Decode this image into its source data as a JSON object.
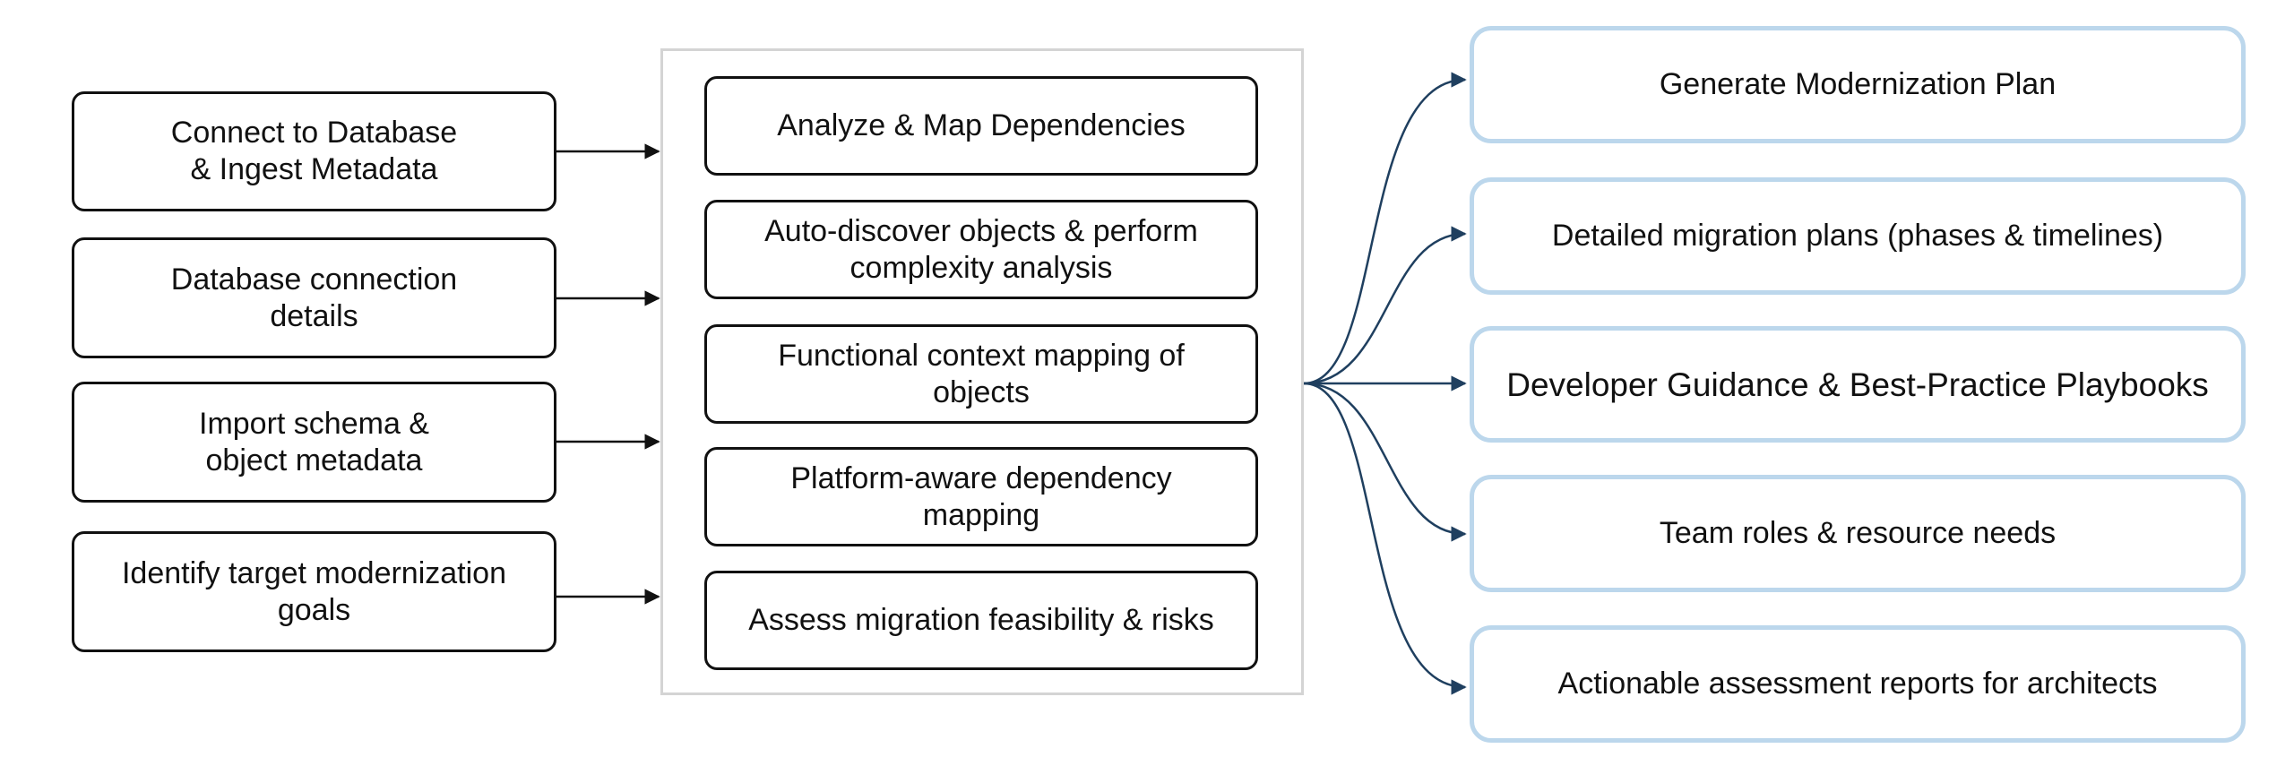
{
  "inputs": [
    {
      "label": "Connect to Database\n& Ingest Metadata"
    },
    {
      "label": "Database connection\ndetails"
    },
    {
      "label": "Import schema &\nobject metadata"
    },
    {
      "label": "Identify target modernization\ngoals"
    }
  ],
  "analysis_steps": [
    {
      "label": "Analyze & Map Dependencies"
    },
    {
      "label": "Auto-discover objects & perform\ncomplexity analysis"
    },
    {
      "label": "Functional context mapping of\nobjects"
    },
    {
      "label": "Platform-aware dependency\nmapping"
    },
    {
      "label": "Assess migration feasibility & risks"
    }
  ],
  "outputs": [
    {
      "label": "Generate Modernization Plan"
    },
    {
      "label": "Detailed migration plans (phases & timelines)"
    },
    {
      "label": "Developer Guidance & Best-Practice Playbooks"
    },
    {
      "label": "Team roles & resource needs"
    },
    {
      "label": "Actionable assessment reports for architects"
    }
  ],
  "colors": {
    "box_border": "#111111",
    "panel_border": "#d4d4d4",
    "output_border": "#bcd7ec",
    "input_arrow": "#111111",
    "output_arrow": "#1f3f5f"
  }
}
